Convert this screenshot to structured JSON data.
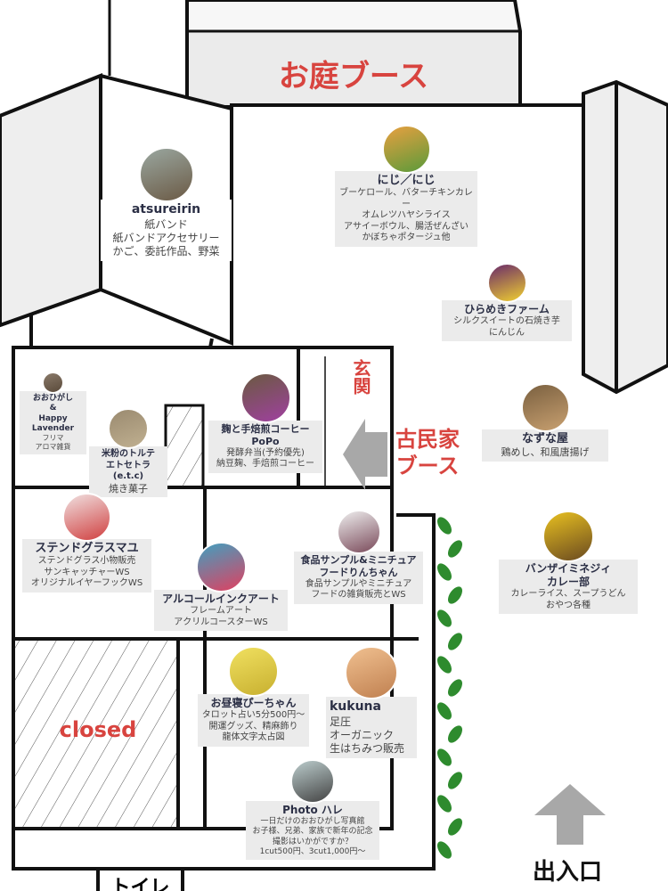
{
  "areas": {
    "garden": "お庭ブース",
    "kominka_1": "古民家",
    "kominka_2": "ブース",
    "genkan": "玄関",
    "closed": "closed",
    "entrance": "出入口",
    "toilet": "トイレ"
  },
  "colors": {
    "accent_red": "#d8443f",
    "wall": "#111111",
    "panel": "#ebebeb",
    "vine": "#2e8b2e",
    "arrow": "#a8a8a8"
  },
  "booths": [
    {
      "name": "atsureirin",
      "desc": "紙バンド\n紙バンドアクセサリー\nかご、委託作品、野菜"
    },
    {
      "name": "にじ／にじ",
      "desc": "ブーケロール、バターチキンカレー\nオムレツハヤシライス\nアサイーボウル、腸活ぜんざい\nかぼちゃポタージュ他"
    },
    {
      "name": "ひらめきファーム",
      "desc": "シルクスイートの石焼き芋\nにんじん"
    },
    {
      "name": "なずな屋",
      "desc": "鶏めし、和風唐揚げ"
    },
    {
      "name": "バンザイミネジィ\nカレー部",
      "desc": "カレーライス、スープうどん\nおやつ各種"
    },
    {
      "name": "おおひがし\n&\nHappy Lavender",
      "desc": "フリマ\nアロマ雑貨"
    },
    {
      "name": "米粉のトルテ\nエトセトラ(e.t.c)",
      "desc": "焼き菓子"
    },
    {
      "name": "麹と手焙煎コーヒー\nPoPo",
      "desc": "発酵弁当(予約優先)\n納豆麹、手焙煎コーヒー"
    },
    {
      "name": "ステンドグラスマユ",
      "desc": "ステンドグラス小物販売\nサンキャッチャーWS\nオリジナルイヤーフックWS"
    },
    {
      "name": "アルコールインクアート",
      "desc": "フレームアート\nアクリルコースターWS"
    },
    {
      "name": "食品サンプル&ミニチュア\nフードりんちゃん",
      "desc": "食品サンプルやミニチュア\nフードの雑貨販売とWS"
    },
    {
      "name": "お昼寝ぴーちゃん",
      "desc": "タロット占い5分500円〜\n開運グッズ、精麻飾り\n龍体文字太占図"
    },
    {
      "name": "kukuna",
      "desc": "足圧\nオーガニック\n生はちみつ販売"
    },
    {
      "name": "Photo ハレ",
      "desc": "一日だけのおおひがし写真館\nお子様、兄弟、家族で新年の記念\n撮影はいかがですか？\n1cut500円、3cut1,000円〜"
    }
  ]
}
